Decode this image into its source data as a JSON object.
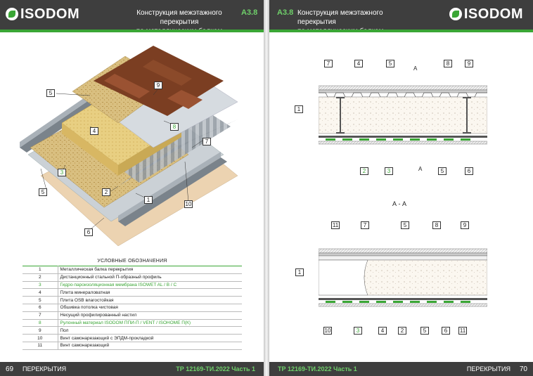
{
  "brand": {
    "name": "ISODOM",
    "accent": "#3aa635",
    "header_bg": "#3e3e3e"
  },
  "left_page": {
    "title_line1": "Конструкция межэтажного перекрытия",
    "title_line2": "по металлическим балкам",
    "code": "А3.8",
    "footer": {
      "page_number": "69",
      "section": "ПЕРЕКРЫТИЯ",
      "doc": "ТР 12169-ТИ.2022 Часть 1"
    },
    "callouts": [
      "9",
      "5",
      "8",
      "4",
      "7",
      "3",
      "5",
      "2",
      "10",
      "1",
      "6"
    ],
    "legend": {
      "title": "УСЛОВНЫЕ ОБОЗНАЧЕНИЯ",
      "rows": [
        {
          "n": "1",
          "text": "Металлическая балка перекрытия",
          "green": false
        },
        {
          "n": "2",
          "text": "Дистанционный стальной П-образный профиль",
          "green": false
        },
        {
          "n": "3",
          "text": "Гидро-пароизоляционная мембрана ISOWET AL / B / C",
          "green": true
        },
        {
          "n": "4",
          "text": "Плита минераловатная",
          "green": false
        },
        {
          "n": "5",
          "text": "Плита OSB влагостойкая",
          "green": false
        },
        {
          "n": "6",
          "text": "Обшивка потолка чистовая",
          "green": false
        },
        {
          "n": "7",
          "text": "Несущий профилированный настил",
          "green": false
        },
        {
          "n": "8",
          "text": "Рулонный материал ISODOM ППИ-П / VENT / ISOHOME П(К)",
          "green": true
        },
        {
          "n": "9",
          "text": "Пол",
          "green": false
        },
        {
          "n": "10",
          "text": "Винт самонарезающий с ЭПДМ-прокладкой",
          "green": false
        },
        {
          "n": "11",
          "text": "Винт самонарезающий",
          "green": false
        }
      ]
    }
  },
  "right_page": {
    "code": "А3.8",
    "title_line1": "Конструкция межэтажного перекрытия",
    "title_line2": "по металлическим балкам",
    "footer": {
      "page_number": "70",
      "section": "ПЕРЕКРЫТИЯ",
      "doc": "ТР 12169-ТИ.2022 Часть 1"
    },
    "section_letter": "А",
    "section_title": "А - А",
    "top_callouts": [
      "7",
      "4",
      "5",
      "8",
      "9"
    ],
    "mid_callouts": [
      "1"
    ],
    "bottom_callouts": [
      "2",
      "3",
      "5",
      "6"
    ],
    "section2_top_callouts": [
      "11",
      "7",
      "5",
      "8",
      "9"
    ],
    "section2_mid_callouts": [
      "1"
    ],
    "section2_bottom_callouts": [
      "10",
      "3",
      "4",
      "2",
      "5",
      "6",
      "11"
    ]
  }
}
